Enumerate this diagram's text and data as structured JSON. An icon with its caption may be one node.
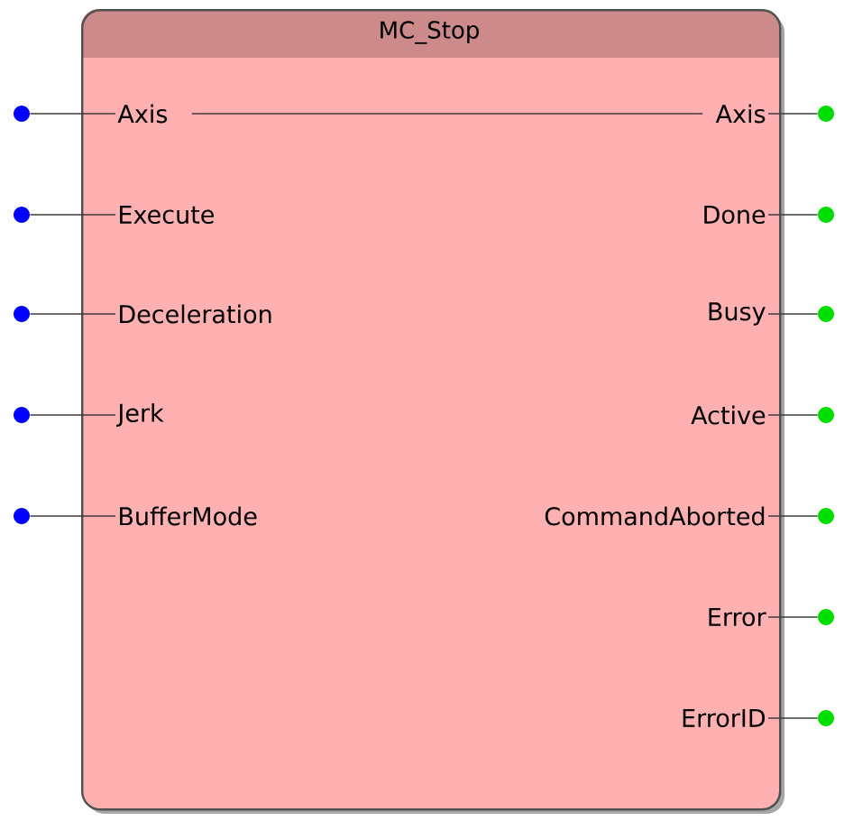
{
  "diagram": {
    "nodes": [
      {
        "text": [
          "MC_Stop"
        ]
      },
      {
        "text": [
          "Axis"
        ],
        "in": 0
      },
      {
        "text": [
          "Execute"
        ],
        "in": 0
      },
      {
        "text": [
          "Deceleration"
        ],
        "in": 0
      },
      {
        "text": [
          "Jerk"
        ],
        "in": 0
      },
      {
        "text": [
          "BufferMode"
        ],
        "in": 0
      },
      {
        "text": [
          "Axis"
        ],
        "in": 0
      },
      {
        "text": [
          "Done"
        ],
        "in": 0
      },
      {
        "text": [
          "Busy"
        ],
        "in": 0
      },
      {
        "text": [
          "Active"
        ],
        "in": 0
      },
      {
        "text": [
          "CommandAborted"
        ],
        "in": 0
      },
      {
        "text": [
          "Error"
        ],
        "in": 0
      },
      {
        "text": [
          "ErrorID"
        ],
        "in": 0
      },
      {
        "text": [],
        "shape": "circle"
      },
      {
        "text": [],
        "shape": "circle"
      },
      {
        "text": [],
        "shape": "circle"
      },
      {
        "text": [],
        "shape": "circle"
      },
      {
        "text": [],
        "shape": "circle"
      },
      {
        "text": [],
        "shape": "circle"
      },
      {
        "text": [],
        "shape": "circle"
      },
      {
        "text": [],
        "shape": "circle"
      },
      {
        "text": [],
        "shape": "circle"
      },
      {
        "text": [],
        "shape": "circle"
      },
      {
        "text": [],
        "shape": "circle"
      },
      {
        "text": [],
        "shape": "circle"
      }
    ],
    "edges": [
      {
        "from": 13,
        "to": 1,
        "arrow": "none"
      },
      {
        "from": 14,
        "to": 2,
        "arrow": "none"
      },
      {
        "from": 15,
        "to": 3,
        "arrow": "none"
      },
      {
        "from": 16,
        "to": 4,
        "arrow": "none"
      },
      {
        "from": 17,
        "to": 5,
        "arrow": "none"
      },
      {
        "from": 1,
        "to": 6,
        "arrow": "none"
      },
      {
        "from": 6,
        "to": 18,
        "arrow": "none"
      },
      {
        "from": 7,
        "to": 19,
        "arrow": "none"
      },
      {
        "from": 8,
        "to": 20,
        "arrow": "none"
      },
      {
        "from": 9,
        "to": 21,
        "arrow": "none"
      },
      {
        "from": 10,
        "to": 22,
        "arrow": "none"
      },
      {
        "from": 11,
        "to": 23,
        "arrow": "none"
      },
      {
        "from": 12,
        "to": 24,
        "arrow": "none"
      }
    ]
  }
}
